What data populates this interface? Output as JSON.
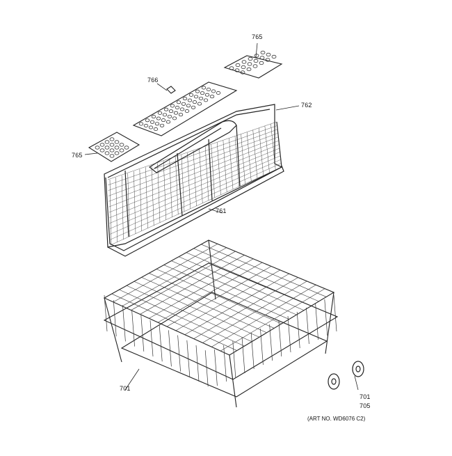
{
  "diagram": {
    "callouts": {
      "basket_cover_right": "765",
      "basket_cover_center": "766",
      "basket_cover_left": "765",
      "basket_divider": "762",
      "silverware_basket": "761",
      "rack": "701",
      "roller_upper": "701",
      "roller_lower": "705"
    },
    "art_number": "(ART NO. WD6076 C2)"
  }
}
